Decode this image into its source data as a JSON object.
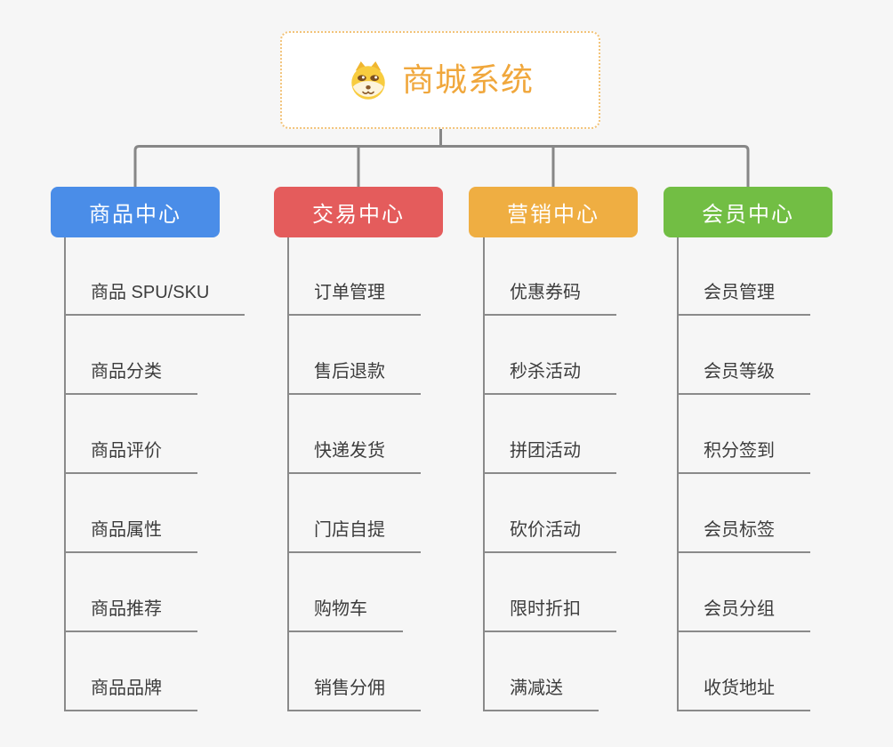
{
  "canvas": {
    "background": "#F6F6F6",
    "connector_color": "#878787",
    "leaf_line_color": "#8A8A8A",
    "leaf_text_color": "#3C3C3C"
  },
  "root": {
    "label": "商城系统",
    "icon": "dog-face-icon",
    "text_color": "#F0A73C",
    "border_color": "#F2C379",
    "background": "#FFFFFF"
  },
  "branches": [
    {
      "label": "商品中心",
      "color": "#4A8DE8",
      "children": [
        "商品 SPU/SKU",
        "商品分类",
        "商品评价",
        "商品属性",
        "商品推荐",
        "商品品牌"
      ]
    },
    {
      "label": "交易中心",
      "color": "#E45C5C",
      "children": [
        "订单管理",
        "售后退款",
        "快递发货",
        "门店自提",
        "购物车",
        "销售分佣"
      ]
    },
    {
      "label": "营销中心",
      "color": "#EFAE42",
      "children": [
        "优惠券码",
        "秒杀活动",
        "拼团活动",
        "砍价活动",
        "限时折扣",
        "满减送"
      ]
    },
    {
      "label": "会员中心",
      "color": "#72BE44",
      "children": [
        "会员管理",
        "会员等级",
        "积分签到",
        "会员标签",
        "会员分组",
        "收货地址"
      ]
    }
  ]
}
